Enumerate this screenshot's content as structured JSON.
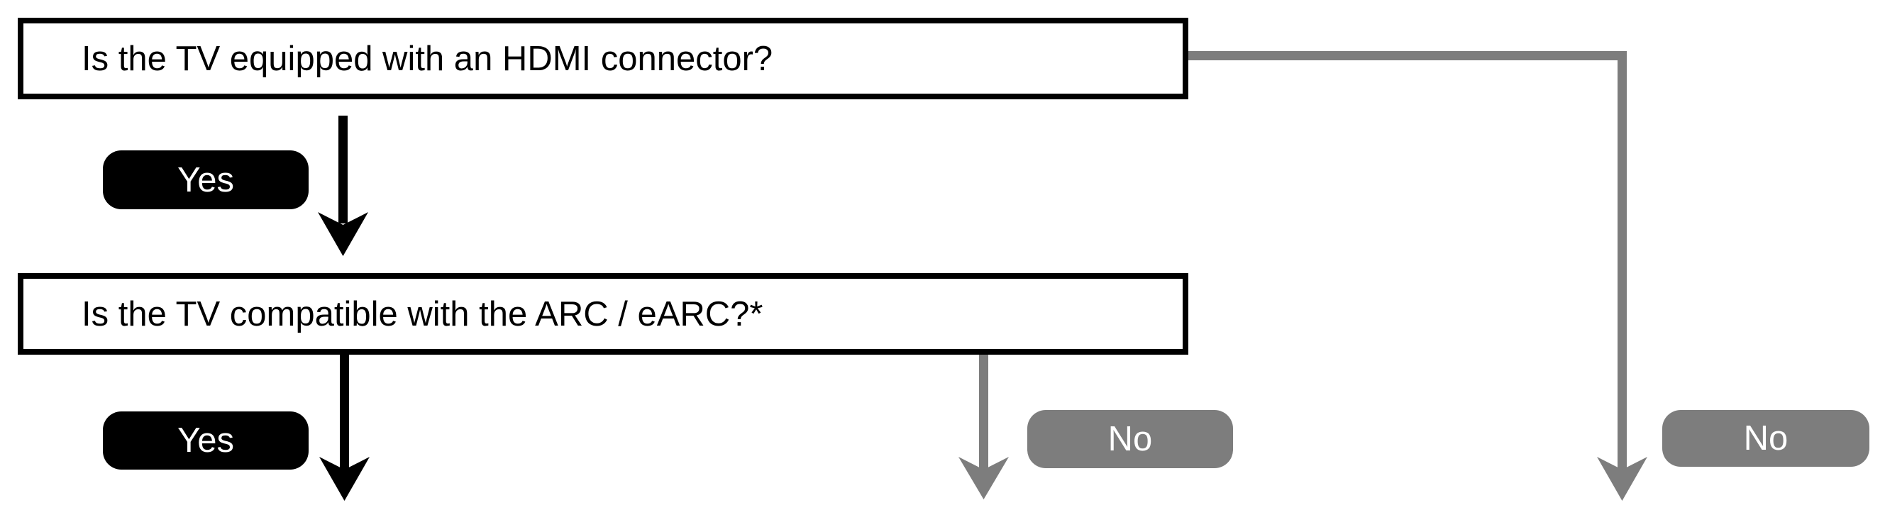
{
  "colors": {
    "page_bg": "#ffffff",
    "box_bg": "#ffffff",
    "box_border": "#000000",
    "yes_pill": "#000000",
    "no_pill": "#7d7d7d",
    "connector_black": "#000000",
    "connector_gray": "#7d7d7d"
  },
  "flowchart": {
    "q1": {
      "text": "Is the TV equipped with an HDMI connector?",
      "yes_label": "Yes",
      "no_label": "No"
    },
    "q2": {
      "text": "Is the TV compatible with the ARC / eARC?*",
      "yes_label": "Yes",
      "no_label": "No"
    }
  }
}
